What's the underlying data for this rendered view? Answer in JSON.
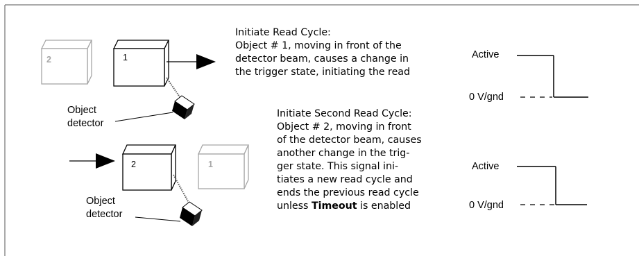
{
  "cycle1": {
    "title": "Initiate Read Cycle:",
    "lines": [
      "Object # 1, moving in front of the",
      "detector beam, causes a change in",
      "the trigger state, initiating the read"
    ],
    "box_front_label": "1",
    "box_back_label": "2",
    "detector_label_1": "Object",
    "detector_label_2": "detector",
    "signal_active": "Active",
    "signal_low": "0 V/gnd"
  },
  "cycle2": {
    "title": "Initiate Second Read Cycle:",
    "lines": [
      "Object # 2, moving in front",
      "of the detector beam, causes",
      "another change in the trig-",
      "ger state. This signal ini-",
      "tiates a new read cycle and",
      "ends the previous read cycle"
    ],
    "last_line_prefix": "unless ",
    "last_line_bold": "Timeout",
    "last_line_suffix": " is enabled",
    "box_front_label": "2",
    "box_back_label": "1",
    "detector_label_1": "Object",
    "detector_label_2": "detector",
    "signal_active": "Active",
    "signal_low": "0 V/gnd"
  },
  "colors": {
    "active_object": "#000000",
    "faded_object": "#a6a6a6",
    "frame": "#555555"
  }
}
